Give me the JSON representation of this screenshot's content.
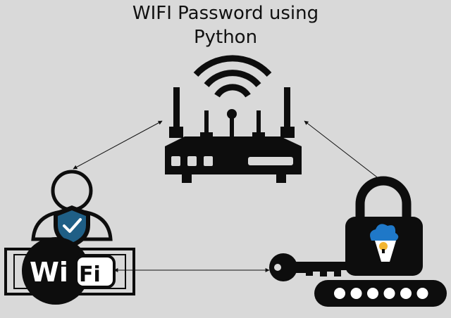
{
  "title": {
    "line1": "WIFI Password using",
    "line2": "Python"
  },
  "wifi_badge": {
    "left_text": "Wi",
    "right_text": "Fi"
  },
  "password_dots": 6,
  "colors": {
    "background": "#d9d9d9",
    "icon": "#0d0d0d",
    "shield": "#1f5f86",
    "check": "#ffffff",
    "cloud": "#1f78c8",
    "keyhole": "#f2b632"
  },
  "icons": [
    "router-icon",
    "user-icon",
    "shield-check-icon",
    "wifi-badge-icon",
    "key-icon",
    "padlock-icon",
    "cloud-keyhole-icon",
    "password-field-icon"
  ]
}
